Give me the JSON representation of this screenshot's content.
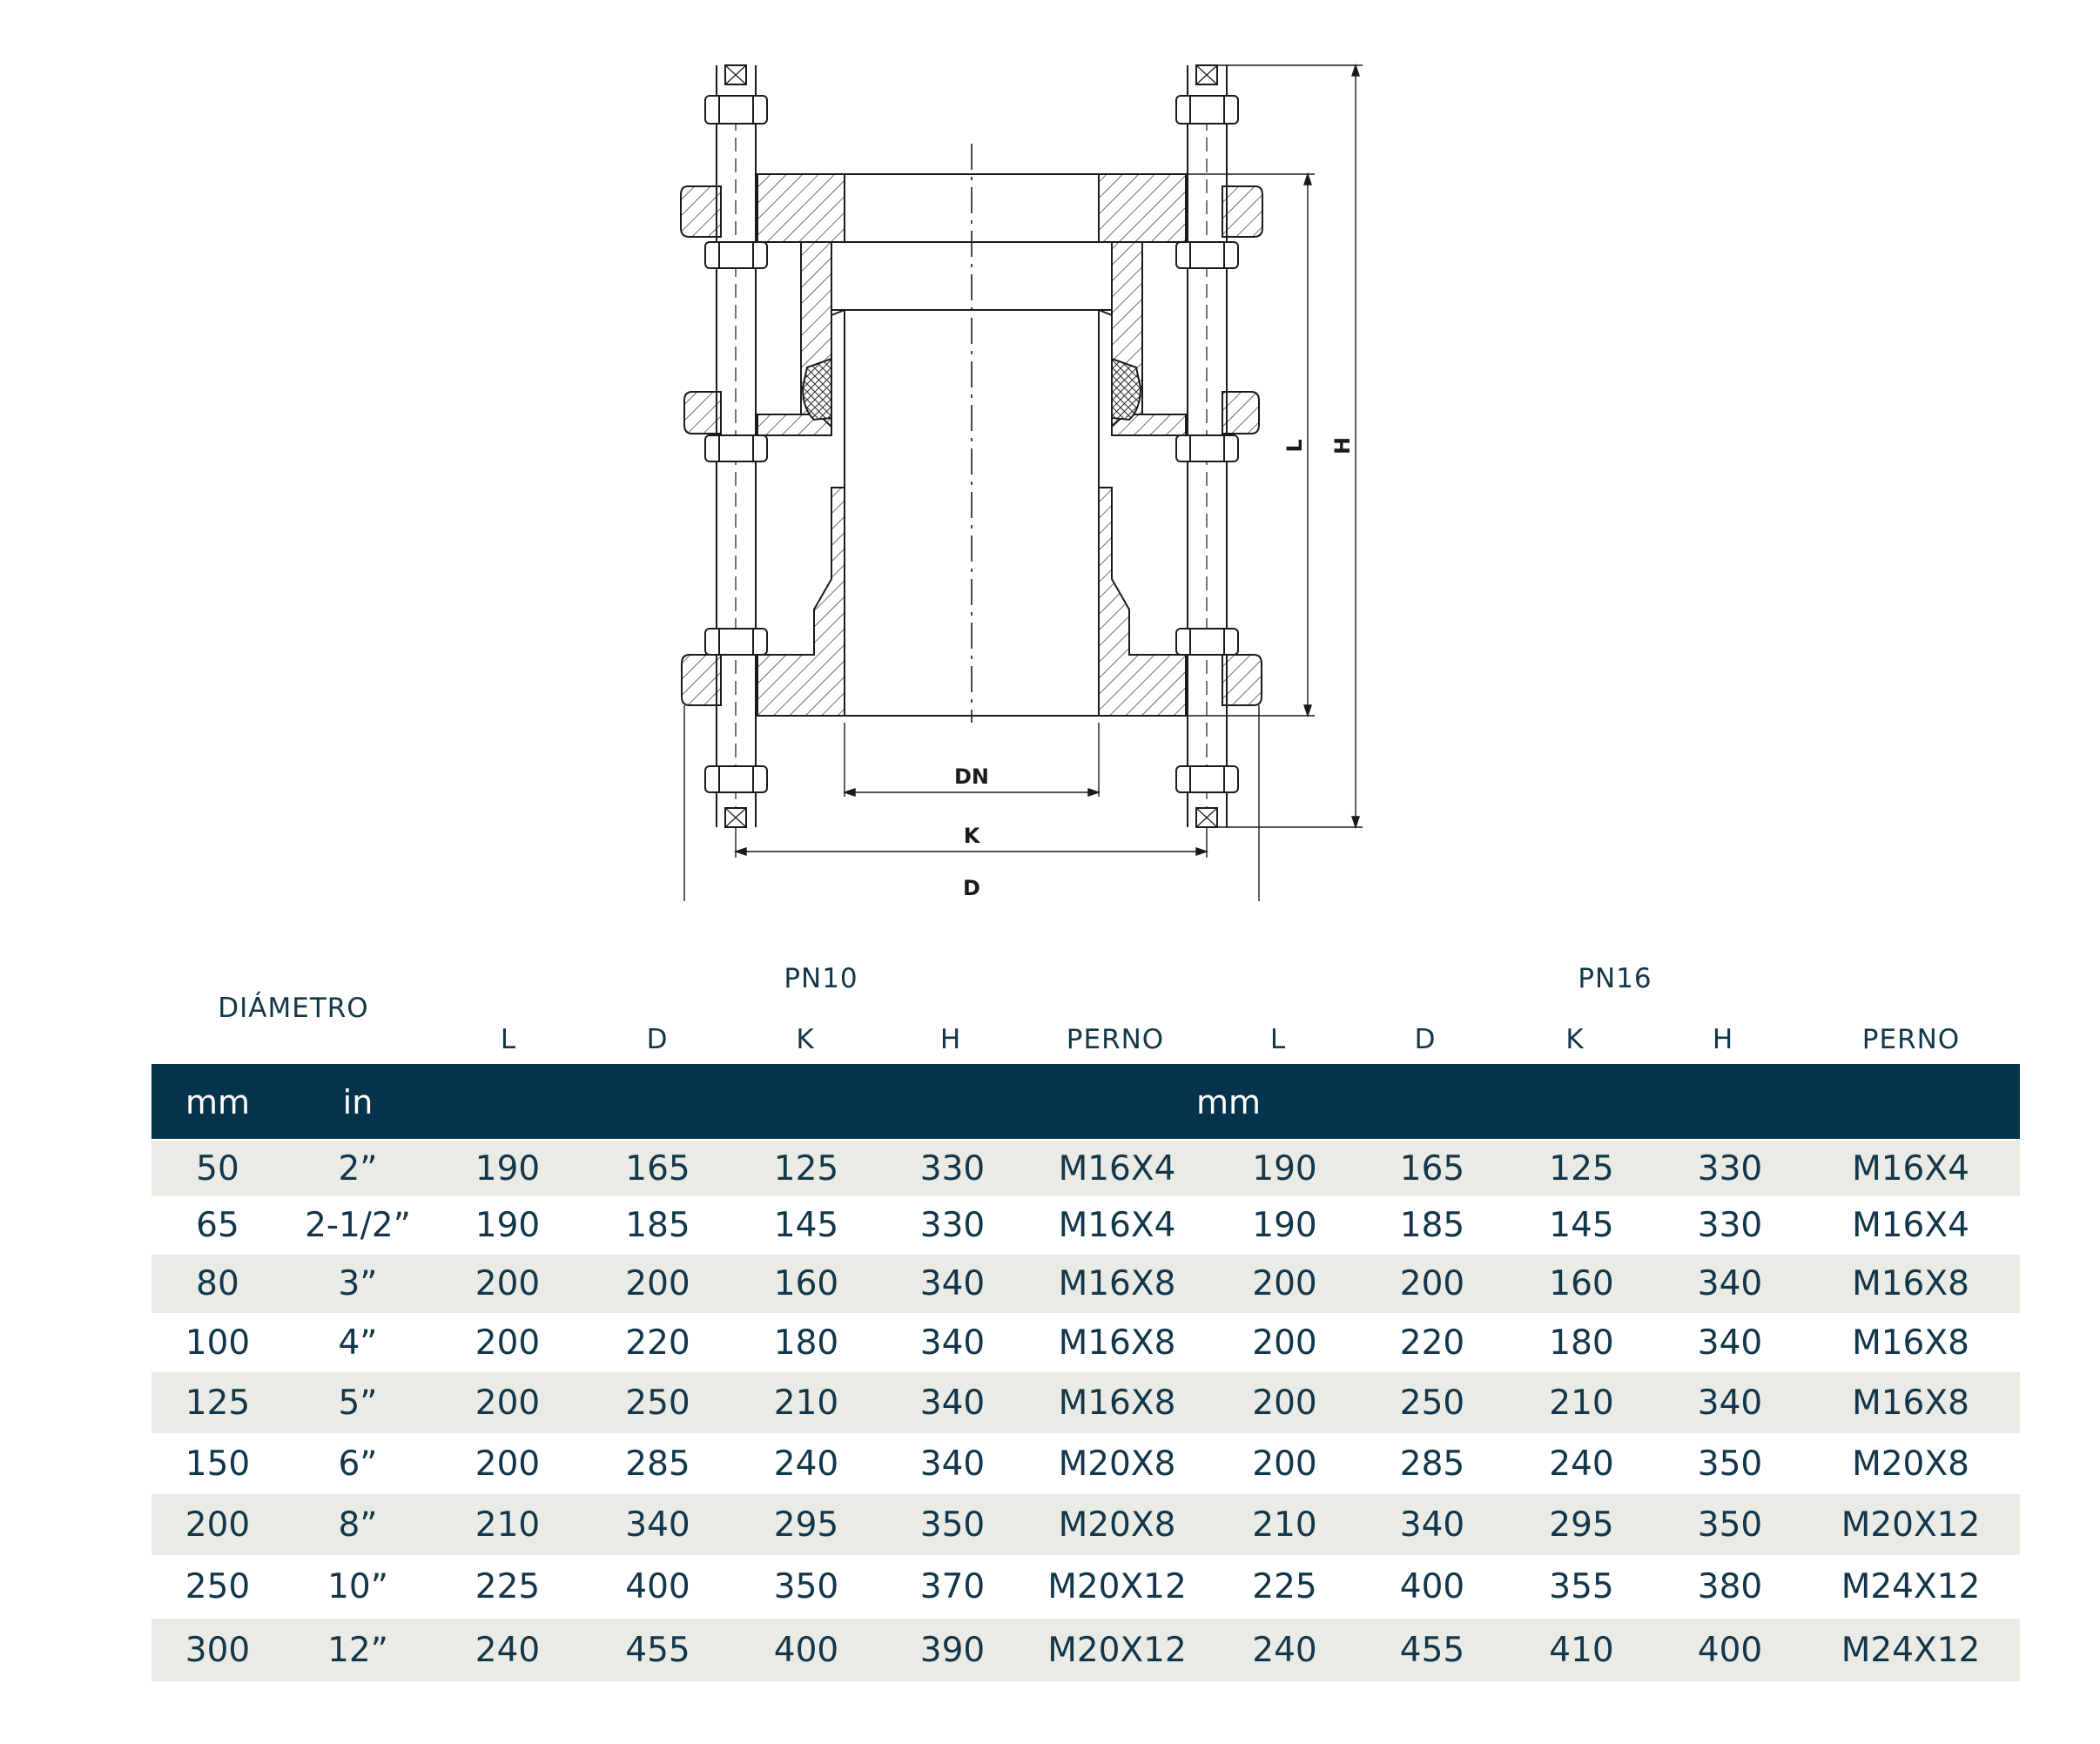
{
  "drawing": {
    "labels": {
      "dn": "DN",
      "k": "K",
      "d": "D",
      "l": "L",
      "h": "H"
    }
  },
  "header": {
    "diameter": "DIÁMETRO",
    "pn10": "PN10",
    "pn16": "PN16",
    "columns": [
      "L",
      "D",
      "K",
      "H",
      "PERNO",
      "L",
      "D",
      "K",
      "H",
      "PERNO"
    ]
  },
  "units": {
    "mm": "mm",
    "in": "in",
    "values": "mm"
  },
  "rows": [
    [
      "50",
      "2”",
      "190",
      "165",
      "125",
      "330",
      "M16X4",
      "190",
      "165",
      "125",
      "330",
      "M16X4"
    ],
    [
      "65",
      "2-1/2”",
      "190",
      "185",
      "145",
      "330",
      "M16X4",
      "190",
      "185",
      "145",
      "330",
      "M16X4"
    ],
    [
      "80",
      "3”",
      "200",
      "200",
      "160",
      "340",
      "M16X8",
      "200",
      "200",
      "160",
      "340",
      "M16X8"
    ],
    [
      "100",
      "4”",
      "200",
      "220",
      "180",
      "340",
      "M16X8",
      "200",
      "220",
      "180",
      "340",
      "M16X8"
    ],
    [
      "125",
      "5”",
      "200",
      "250",
      "210",
      "340",
      "M16X8",
      "200",
      "250",
      "210",
      "340",
      "M16X8"
    ],
    [
      "150",
      "6”",
      "200",
      "285",
      "240",
      "340",
      "M20X8",
      "200",
      "285",
      "240",
      "350",
      "M20X8"
    ],
    [
      "200",
      "8”",
      "210",
      "340",
      "295",
      "350",
      "M20X8",
      "210",
      "340",
      "295",
      "350",
      "M20X12"
    ],
    [
      "250",
      "10”",
      "225",
      "400",
      "350",
      "370",
      "M20X12",
      "225",
      "400",
      "355",
      "380",
      "M24X12"
    ],
    [
      "300",
      "12”",
      "240",
      "455",
      "400",
      "390",
      "M20X12",
      "240",
      "455",
      "410",
      "400",
      "M24X12"
    ]
  ]
}
